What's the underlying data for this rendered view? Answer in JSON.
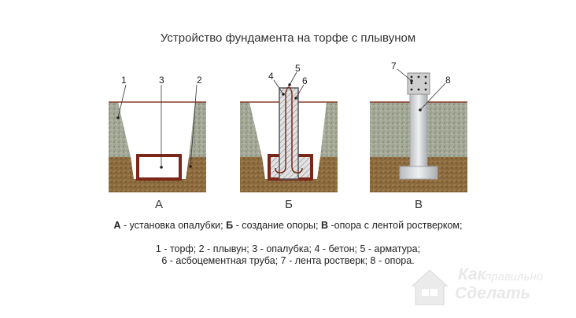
{
  "title": "Устройство фундамента на торфе с плывуном",
  "panels": [
    {
      "letter": "А",
      "callouts": [
        "1",
        "3",
        "2"
      ]
    },
    {
      "letter": "Б",
      "callouts": [
        "4",
        "5",
        "6"
      ]
    },
    {
      "letter": "В",
      "callouts": [
        "7",
        "8"
      ]
    }
  ],
  "legend": {
    "a_key": "А",
    "a_text": " - установка опалубки; ",
    "b_key": "Б",
    "b_text": " - создание опоры; ",
    "v_key": "В",
    "v_text": " -опора с лентой ростверком;",
    "line2": "1 - торф; 2 - плывун; 3 - опалубка; 4 - бетон; 5 - арматура;",
    "line3": "6 - асбоцементная труба; 7 - лента ростверк; 8 - опора."
  },
  "watermark": {
    "line1": "Как",
    "line2": "правильно",
    "line3": "Сделать"
  },
  "colors": {
    "peat": "#a9ad9f",
    "quicksand": "#8c6a3c",
    "formwork": "#8a2a1c",
    "concrete": "#d8d8d8",
    "pipe": "#cfd2d4"
  }
}
